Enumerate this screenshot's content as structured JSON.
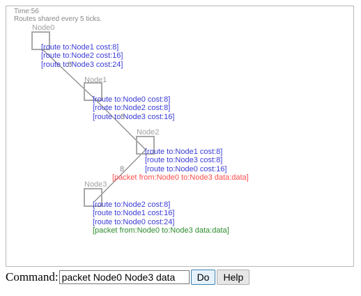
{
  "status": {
    "time": "Time:56",
    "note": "Routes shared every 5 ticks."
  },
  "nodes": [
    {
      "label": "Node0",
      "routes": [
        "[route to:Node1 cost:8]",
        "[route to:Node2 cost:16]",
        "[route to:Node3 cost:24]"
      ],
      "packet": "",
      "packet_color": ""
    },
    {
      "label": "Node1",
      "routes": [
        "[route to:Node0 cost:8]",
        "[route to:Node2 cost:8]",
        "[route to:Node3 cost:16]"
      ],
      "packet": "",
      "packet_color": ""
    },
    {
      "label": "Node2",
      "routes": [
        "[route to:Node1 cost:8]",
        "[route to:Node3 cost:8]",
        "[route to:Node0 cost:16]"
      ],
      "packet": "[packet from:Node0 to:Node3 data:data]",
      "packet_color": "#ff4d4d"
    },
    {
      "label": "Node3",
      "routes": [
        "[route to:Node2 cost:8]",
        "[route to:Node1 cost:16]",
        "[route to:Node0 cost:24]"
      ],
      "packet": "[packet from:Node0 to:Node3 data:data]",
      "packet_color": "#2e8b2e"
    }
  ],
  "links": [
    {
      "cost": "8"
    },
    {
      "cost": "8"
    },
    {
      "cost": "8"
    }
  ],
  "command": {
    "label": "Command:",
    "value": "packet Node0 Node3 data"
  },
  "buttons": {
    "do": "Do",
    "help": "Help"
  },
  "colors": {
    "route_text": "#3b3bd6",
    "node_box": "#a8a8a8",
    "link_line": "#6a6a6a"
  }
}
